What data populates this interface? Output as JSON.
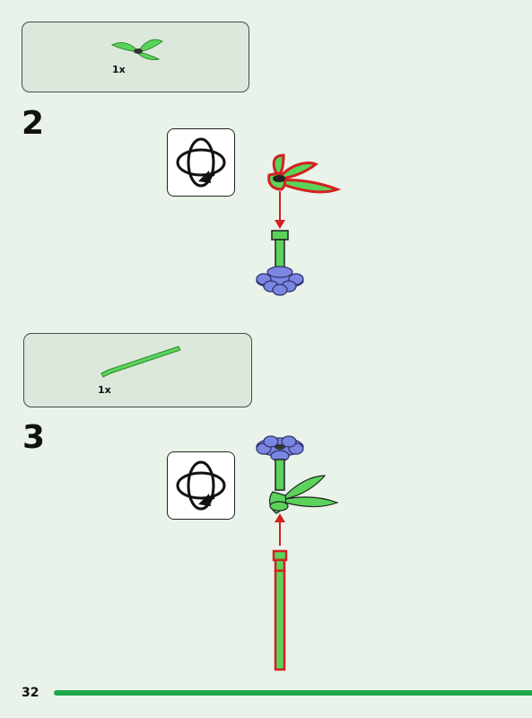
{
  "steps": [
    {
      "number": "2",
      "parts": [
        {
          "name": "leaf-plant-piece",
          "quantity": "1x"
        }
      ]
    },
    {
      "number": "3",
      "parts": [
        {
          "name": "green-bar",
          "quantity": "1x"
        }
      ]
    }
  ],
  "footer": {
    "page_number": "32"
  },
  "colors": {
    "leaf_green": "#5bd35b",
    "flower_purple": "#7b86e0",
    "highlight_red": "#d42020",
    "footer_green": "#1ea64a",
    "background": "#e9f3e9"
  },
  "icons": [
    "rotate-model-icon",
    "placement-arrow-icon"
  ]
}
